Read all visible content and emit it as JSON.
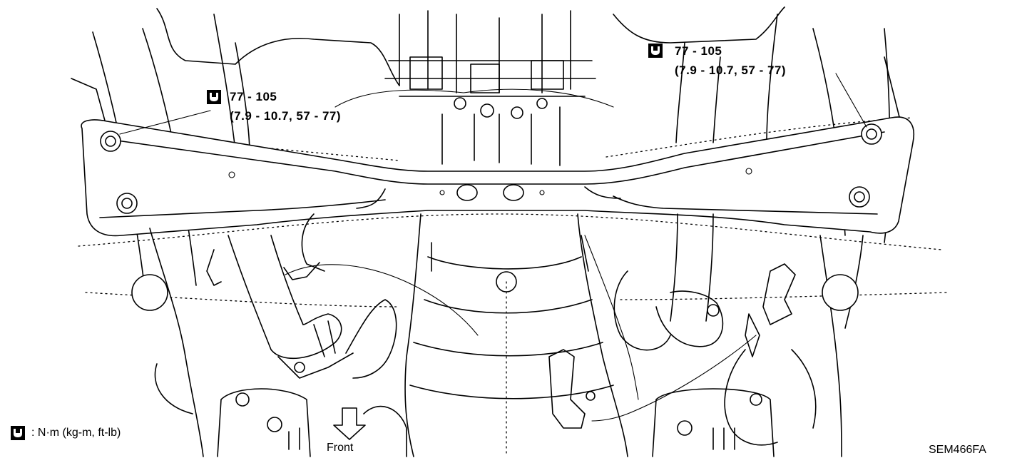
{
  "callouts": [
    {
      "value": "77 - 105",
      "units": "(7.9 - 10.7, 57 - 77)"
    },
    {
      "value": "77 - 105",
      "units": "(7.9 - 10.7, 57 - 77)"
    }
  ],
  "legend": {
    "icon": "torque-wrench-icon",
    "text": ": N·m (kg-m, ft-lb)"
  },
  "front_label": "Front",
  "figure_code": "SEM466FA"
}
